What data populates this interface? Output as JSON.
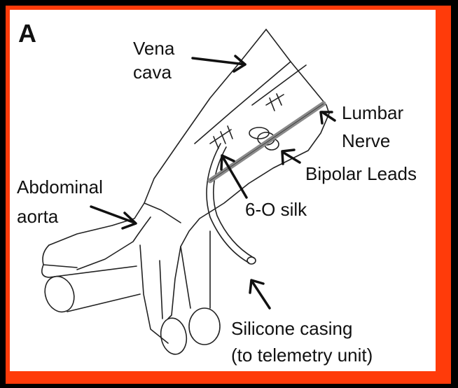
{
  "figure": {
    "panel_letter": "A",
    "labels": {
      "vena_cava_line1": "Vena",
      "vena_cava_line2": "cava",
      "lumbar_line1": "Lumbar",
      "lumbar_line2": "Nerve",
      "bipolar": "Bipolar Leads",
      "abdominal_line1": "Abdominal",
      "abdominal_line2": "aorta",
      "silk": "6-O silk",
      "silicone_line1": "Silicone casing",
      "silicone_line2": "(to telemetry unit)"
    },
    "colors": {
      "frame": "#ff3b0a",
      "background": "#000000",
      "panel": "#ffffff",
      "ink": "#111111",
      "nerve": "#8a8a8a"
    }
  }
}
